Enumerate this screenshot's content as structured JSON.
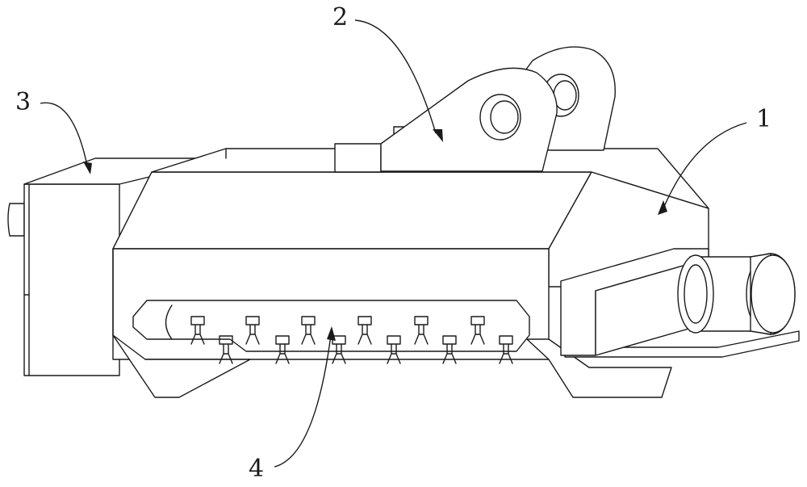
{
  "callouts": {
    "label_1": "1",
    "label_2": "2",
    "label_3": "3",
    "label_4": "4"
  }
}
